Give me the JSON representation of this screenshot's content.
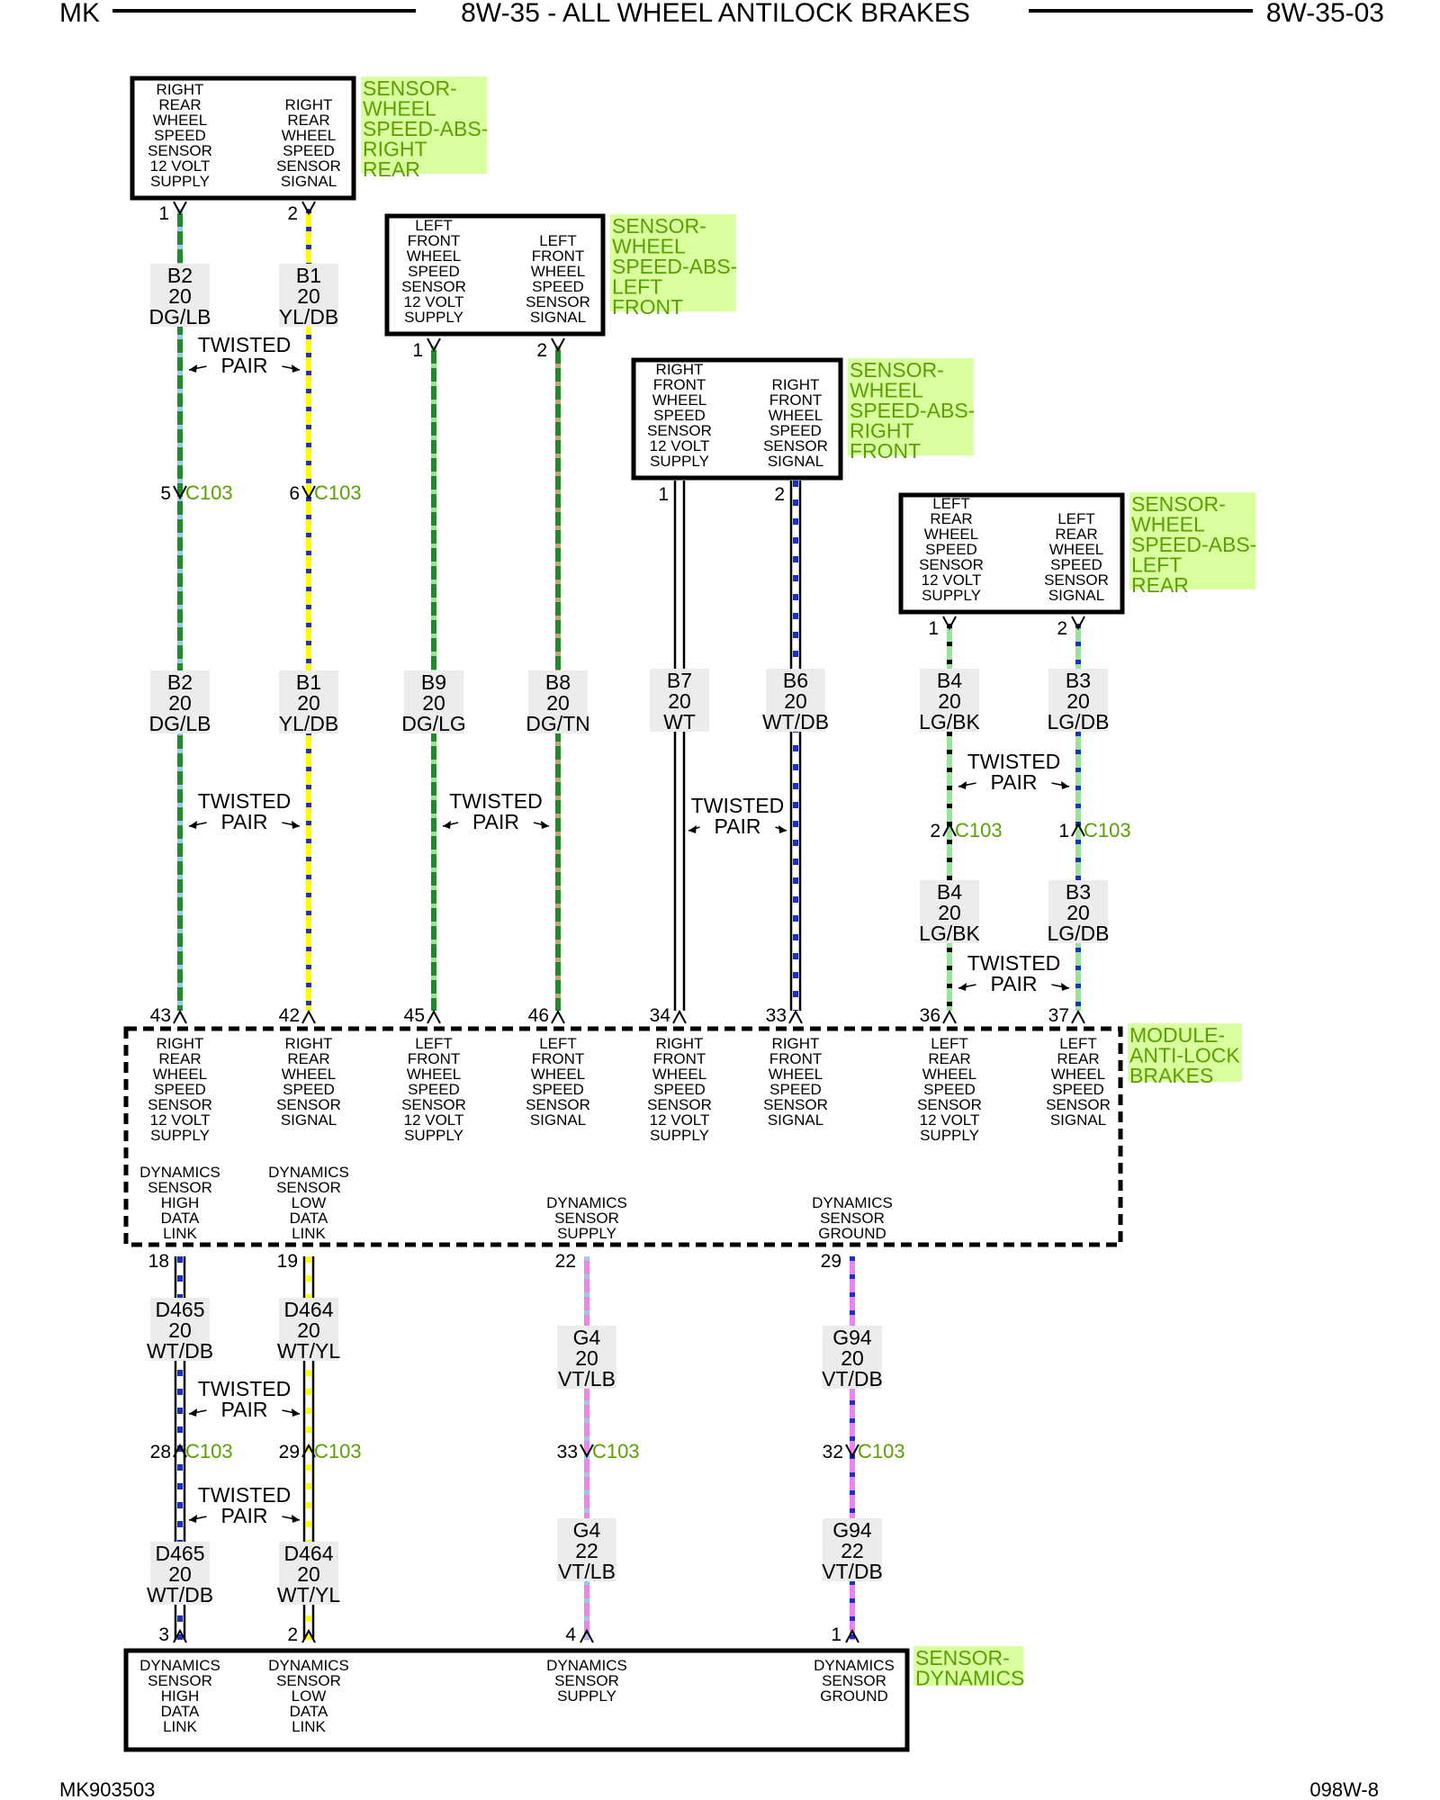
{
  "header": {
    "left": "MK",
    "title": "8W-35 - ALL WHEEL ANTILOCK BRAKES",
    "right": "8W-35-03"
  },
  "footer": {
    "left": "MK903503",
    "right": "098W-8"
  },
  "colors": {
    "DG": "#1f8a2a",
    "LB": "#9dc8ea",
    "YL": "#ffff00",
    "DB": "#1a2fc4",
    "LG": "#9be39b",
    "TN": "#c8a46a",
    "WT": "#ffffff",
    "BK": "#000000",
    "VT": "#ee82ee",
    "label_fill": "#d9ff9e",
    "label_text": "#5aa000",
    "tag_fill": "#ececec"
  },
  "components": {
    "rr": {
      "name": "SENSOR-\nWHEEL\nSPEED-ABS-\nRIGHT\nREAR",
      "pins": [
        {
          "pin": "1",
          "label": "RIGHT\nREAR\nWHEEL\nSPEED\nSENSOR\n12 VOLT\nSUPPLY"
        },
        {
          "pin": "2",
          "label": "RIGHT\nREAR\nWHEEL\nSPEED\nSENSOR\nSIGNAL"
        }
      ]
    },
    "lf": {
      "name": "SENSOR-\nWHEEL\nSPEED-ABS-\nLEFT\nFRONT",
      "pins": [
        {
          "pin": "1",
          "label": "LEFT\nFRONT\nWHEEL\nSPEED\nSENSOR\n12 VOLT\nSUPPLY"
        },
        {
          "pin": "2",
          "label": "LEFT\nFRONT\nWHEEL\nSPEED\nSENSOR\nSIGNAL"
        }
      ]
    },
    "rf": {
      "name": "SENSOR-\nWHEEL\nSPEED-ABS-\nRIGHT\nFRONT",
      "pins": [
        {
          "pin": "1",
          "label": "RIGHT\nFRONT\nWHEEL\nSPEED\nSENSOR\n12 VOLT\nSUPPLY"
        },
        {
          "pin": "2",
          "label": "RIGHT\nFRONT\nWHEEL\nSPEED\nSENSOR\nSIGNAL"
        }
      ]
    },
    "lr": {
      "name": "SENSOR-\nWHEEL\nSPEED-ABS-\nLEFT\nREAR",
      "pins": [
        {
          "pin": "1",
          "label": "LEFT\nREAR\nWHEEL\nSPEED\nSENSOR\n12 VOLT\nSUPPLY"
        },
        {
          "pin": "2",
          "label": "LEFT\nREAR\nWHEEL\nSPEED\nSENSOR\nSIGNAL"
        }
      ]
    },
    "module": {
      "name": "MODULE-\nANTI-LOCK\nBRAKES",
      "top_pins": [
        {
          "pin": "43",
          "label": "RIGHT\nREAR\nWHEEL\nSPEED\nSENSOR\n12 VOLT\nSUPPLY"
        },
        {
          "pin": "42",
          "label": "RIGHT\nREAR\nWHEEL\nSPEED\nSENSOR\nSIGNAL"
        },
        {
          "pin": "45",
          "label": "LEFT\nFRONT\nWHEEL\nSPEED\nSENSOR\n12 VOLT\nSUPPLY"
        },
        {
          "pin": "46",
          "label": "LEFT\nFRONT\nWHEEL\nSPEED\nSENSOR\nSIGNAL"
        },
        {
          "pin": "34",
          "label": "RIGHT\nFRONT\nWHEEL\nSPEED\nSENSOR\n12 VOLT\nSUPPLY"
        },
        {
          "pin": "33",
          "label": "RIGHT\nFRONT\nWHEEL\nSPEED\nSENSOR\nSIGNAL"
        },
        {
          "pin": "36",
          "label": "LEFT\nREAR\nWHEEL\nSPEED\nSENSOR\n12 VOLT\nSUPPLY"
        },
        {
          "pin": "37",
          "label": "LEFT\nREAR\nWHEEL\nSPEED\nSENSOR\nSIGNAL"
        }
      ],
      "bottom_pins": [
        {
          "pin": "18",
          "label": "DYNAMICS\nSENSOR\nHIGH\nDATA\nLINK"
        },
        {
          "pin": "19",
          "label": "DYNAMICS\nSENSOR\nLOW\nDATA\nLINK"
        },
        {
          "pin": "22",
          "label": "DYNAMICS\nSENSOR\nSUPPLY"
        },
        {
          "pin": "29",
          "label": "DYNAMICS\nSENSOR\nGROUND"
        }
      ]
    },
    "dyn": {
      "name": "SENSOR-\nDYNAMICS",
      "pins": [
        {
          "pin": "3",
          "label": "DYNAMICS\nSENSOR\nHIGH\nDATA\nLINK"
        },
        {
          "pin": "2",
          "label": "DYNAMICS\nSENSOR\nLOW\nDATA\nLINK"
        },
        {
          "pin": "4",
          "label": "DYNAMICS\nSENSOR\nSUPPLY"
        },
        {
          "pin": "1",
          "label": "DYNAMICS\nSENSOR\nGROUND"
        }
      ]
    }
  },
  "connector": "C103",
  "twisted_pair": "TWISTED\nPAIR",
  "c103_pins": {
    "rr_supply": "5",
    "rr_signal": "6",
    "lr_supply": "2",
    "lr_signal": "1",
    "dyn_high": "28",
    "dyn_low": "29",
    "dyn_supply": "33",
    "dyn_ground": "32"
  },
  "wires": {
    "rr_supply_a": {
      "circuit": "B2",
      "gauge": "20",
      "color": "DG/LB"
    },
    "rr_signal_a": {
      "circuit": "B1",
      "gauge": "20",
      "color": "YL/DB"
    },
    "rr_supply_b": {
      "circuit": "B2",
      "gauge": "20",
      "color": "DG/LB"
    },
    "rr_signal_b": {
      "circuit": "B1",
      "gauge": "20",
      "color": "YL/DB"
    },
    "lf_supply": {
      "circuit": "B9",
      "gauge": "20",
      "color": "DG/LG"
    },
    "lf_signal": {
      "circuit": "B8",
      "gauge": "20",
      "color": "DG/TN"
    },
    "rf_supply": {
      "circuit": "B7",
      "gauge": "20",
      "color": "WT"
    },
    "rf_signal": {
      "circuit": "B6",
      "gauge": "20",
      "color": "WT/DB"
    },
    "lr_supply_a": {
      "circuit": "B4",
      "gauge": "20",
      "color": "LG/BK"
    },
    "lr_signal_a": {
      "circuit": "B3",
      "gauge": "20",
      "color": "LG/DB"
    },
    "lr_supply_b": {
      "circuit": "B4",
      "gauge": "20",
      "color": "LG/BK"
    },
    "lr_signal_b": {
      "circuit": "B3",
      "gauge": "20",
      "color": "LG/DB"
    },
    "dyn_high_a": {
      "circuit": "D465",
      "gauge": "20",
      "color": "WT/DB"
    },
    "dyn_low_a": {
      "circuit": "D464",
      "gauge": "20",
      "color": "WT/YL"
    },
    "dyn_high_b": {
      "circuit": "D465",
      "gauge": "20",
      "color": "WT/DB"
    },
    "dyn_low_b": {
      "circuit": "D464",
      "gauge": "20",
      "color": "WT/YL"
    },
    "dyn_supply_a": {
      "circuit": "G4",
      "gauge": "20",
      "color": "VT/LB"
    },
    "dyn_ground_a": {
      "circuit": "G94",
      "gauge": "20",
      "color": "VT/DB"
    },
    "dyn_supply_b": {
      "circuit": "G4",
      "gauge": "22",
      "color": "VT/LB"
    },
    "dyn_ground_b": {
      "circuit": "G94",
      "gauge": "22",
      "color": "VT/DB"
    }
  }
}
